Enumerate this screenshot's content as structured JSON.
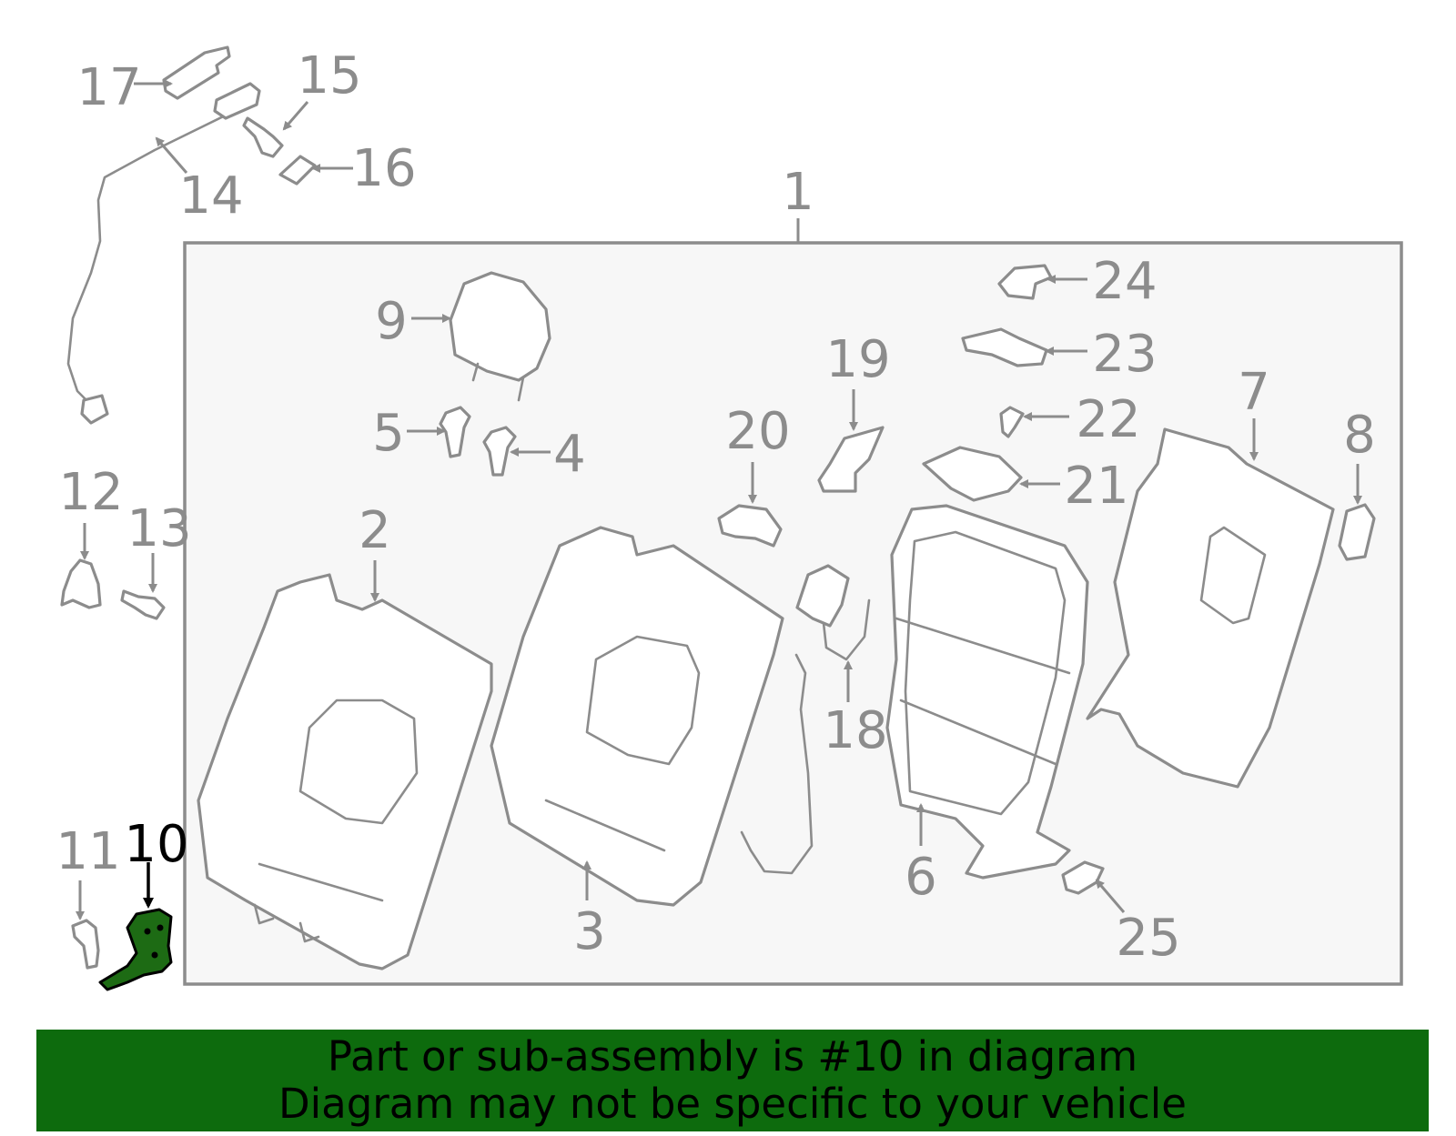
{
  "diagram": {
    "highlighted_part": "10",
    "colors": {
      "line": "#8c8c8c",
      "highlight_fill": "#1d6b14",
      "banner": "#0d6b0d",
      "frame_fill": "#f7f7f7"
    },
    "callouts": {
      "c1": "1",
      "c2": "2",
      "c3": "3",
      "c4": "4",
      "c5": "5",
      "c6": "6",
      "c7": "7",
      "c8": "8",
      "c9": "9",
      "c10": "10",
      "c11": "11",
      "c12": "12",
      "c13": "13",
      "c14": "14",
      "c15": "15",
      "c16": "16",
      "c17": "17",
      "c18": "18",
      "c19": "19",
      "c20": "20",
      "c21": "21",
      "c22": "22",
      "c23": "23",
      "c24": "24",
      "c25": "25"
    }
  },
  "banner": {
    "line1": "Part or sub-assembly is #10 in diagram",
    "line2": "Diagram may not be specific to your vehicle"
  }
}
